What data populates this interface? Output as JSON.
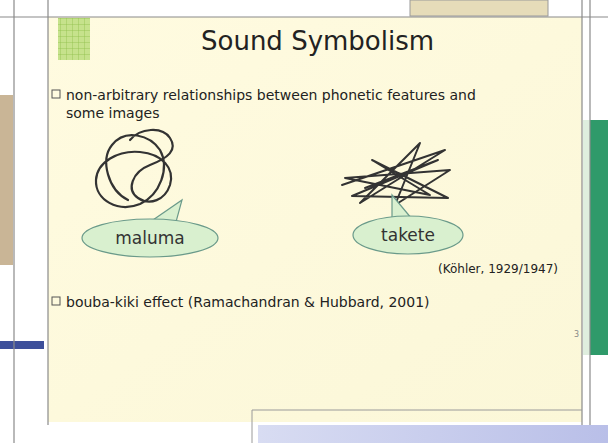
{
  "diagram": {
    "title": "Sound Symbolism",
    "nodes": [
      {
        "text": [
          "maluma"
        ]
      },
      {
        "text": [
          "takete"
        ]
      }
    ],
    "labels": [
      "non-arbitrary relationships between phonetic features and some images",
      "(Köhler, 1929/1947)",
      "bouba-kiki effect (Ramachandran & Hubbard, 2001)",
      "3"
    ]
  }
}
